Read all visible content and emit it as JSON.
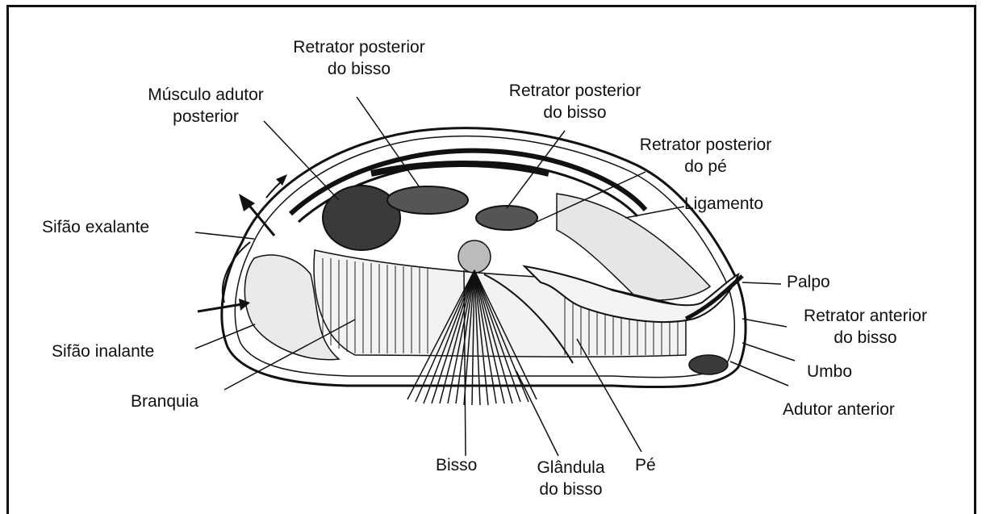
{
  "labels": {
    "retrator_posterior_bisso_1": "Retrator posterior\ndo bisso",
    "musculo_adutor_posterior": "Músculo adutor\nposterior",
    "retrator_posterior_bisso_2": "Retrator posterior\ndo bisso",
    "retrator_posterior_pe": "Retrator posterior\ndo pé",
    "ligamento": "Ligamento",
    "sifao_exalante": "Sifão exalante",
    "palpo": "Palpo",
    "retrator_anterior_bisso": "Retrator anterior\ndo bisso",
    "sifao_inalante": "Sifão inalante",
    "umbo": "Umbo",
    "branquia": "Branquia",
    "adutor_anterior": "Adutor anterior",
    "bisso": "Bisso",
    "glandula_bisso": "Glândula\ndo bisso",
    "pe": "Pé"
  },
  "colors": {
    "ink": "#111111",
    "muscle_fill": "#3a3a3a",
    "background": "#ffffff"
  }
}
